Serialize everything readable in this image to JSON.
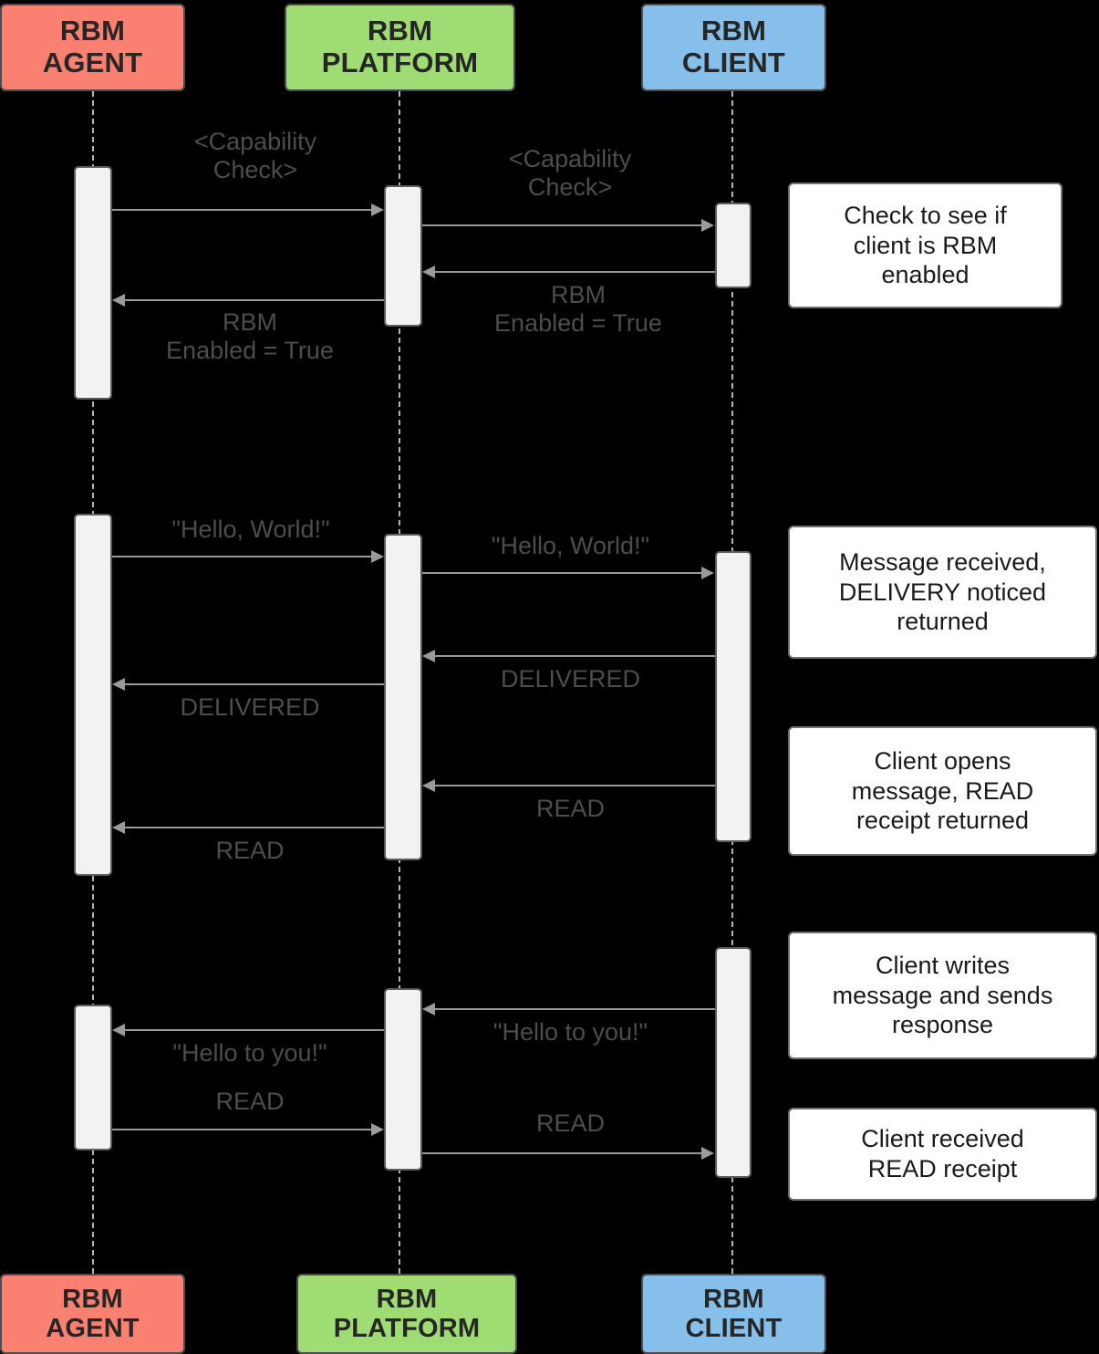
{
  "diagram": {
    "type": "sequence-diagram",
    "title": "RBM message flow sequence",
    "background": "#000000",
    "participants": [
      {
        "id": "agent",
        "line1": "RBM",
        "line2": "AGENT",
        "color": "#fa8072",
        "border": "#4d4d4d"
      },
      {
        "id": "platform",
        "line1": "RBM",
        "line2": "PLATFORM",
        "color": "#9fdd74",
        "border": "#4d4d4d"
      },
      {
        "id": "client",
        "line1": "RBM",
        "line2": "CLIENT",
        "color": "#85bfea",
        "border": "#4d4d4d"
      }
    ],
    "messages": [
      {
        "id": "m1",
        "from": "agent",
        "to": "platform",
        "label": "<Capability\nCheck>"
      },
      {
        "id": "m2",
        "from": "platform",
        "to": "client",
        "label": "<Capability\nCheck>"
      },
      {
        "id": "m3",
        "from": "client",
        "to": "platform",
        "label": "RBM\nEnabled = True"
      },
      {
        "id": "m4",
        "from": "platform",
        "to": "agent",
        "label": "RBM\nEnabled = True"
      },
      {
        "id": "m5",
        "from": "agent",
        "to": "platform",
        "label": "\"Hello, World!\""
      },
      {
        "id": "m6",
        "from": "platform",
        "to": "client",
        "label": "\"Hello, World!\""
      },
      {
        "id": "m7",
        "from": "client",
        "to": "platform",
        "label": "DELIVERED"
      },
      {
        "id": "m8",
        "from": "platform",
        "to": "agent",
        "label": "DELIVERED"
      },
      {
        "id": "m9",
        "from": "client",
        "to": "platform",
        "label": "READ"
      },
      {
        "id": "m10",
        "from": "platform",
        "to": "agent",
        "label": "READ"
      },
      {
        "id": "m11",
        "from": "client",
        "to": "platform",
        "label": "\"Hello to you!\""
      },
      {
        "id": "m12",
        "from": "platform",
        "to": "agent",
        "label": "\"Hello to you!\""
      },
      {
        "id": "m13",
        "from": "agent",
        "to": "platform",
        "label": "READ"
      },
      {
        "id": "m14",
        "from": "platform",
        "to": "client",
        "label": "READ"
      }
    ],
    "notes": [
      {
        "id": "n1",
        "text": "Check to see if\nclient is RBM\nenabled"
      },
      {
        "id": "n2",
        "text": "Message received,\nDELIVERY noticed\nreturned"
      },
      {
        "id": "n3",
        "text": "Client opens\nmessage, READ\nreceipt returned"
      },
      {
        "id": "n4",
        "text": "Client writes\nmessage and sends\nresponse"
      },
      {
        "id": "n5",
        "text": "Client received\nREAD receipt"
      }
    ]
  }
}
